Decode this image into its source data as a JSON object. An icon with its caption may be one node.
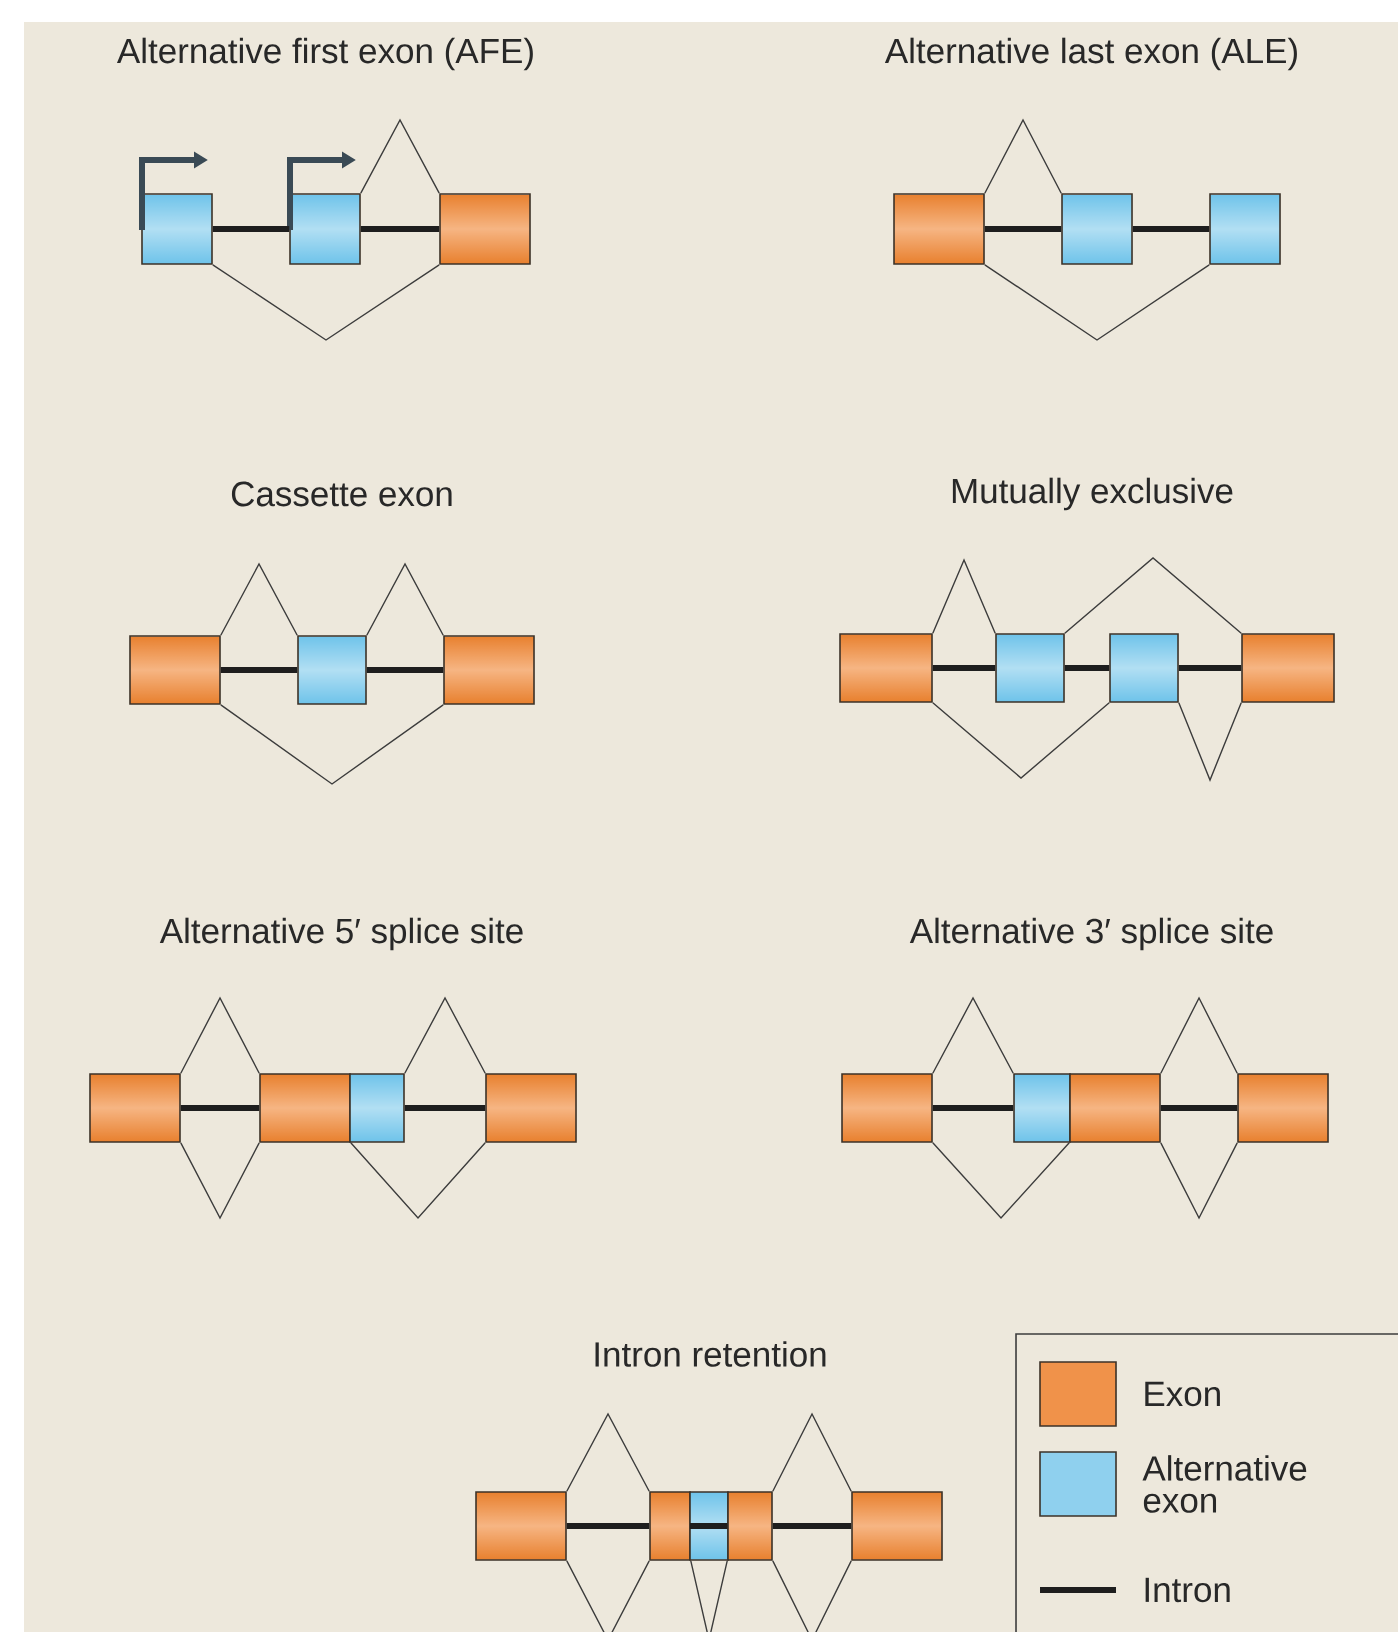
{
  "diagram": {
    "nodes": [
      {
        "text": [],
        "shape": "box"
      },
      {
        "text": [],
        "shape": "box"
      },
      {
        "text": [],
        "shape": "box"
      },
      {
        "text": [],
        "shape": "box"
      },
      {
        "text": [],
        "shape": "box"
      },
      {
        "text": [],
        "shape": "box"
      },
      {
        "text": [],
        "shape": "box"
      },
      {
        "text": [],
        "shape": "box"
      },
      {
        "text": [],
        "shape": "box"
      },
      {
        "text": [],
        "shape": "box"
      },
      {
        "text": [],
        "shape": "box"
      },
      {
        "text": [],
        "shape": "box"
      },
      {
        "text": [],
        "shape": "box"
      },
      {
        "text": [],
        "shape": "box"
      },
      {
        "text": [],
        "shape": "box"
      },
      {
        "text": [],
        "shape": "box"
      },
      {
        "text": [],
        "shape": "box"
      },
      {
        "text": [],
        "shape": "box"
      },
      {
        "text": [],
        "shape": "box"
      },
      {
        "text": [],
        "shape": "box"
      },
      {
        "text": [],
        "shape": "box"
      },
      {
        "text": [],
        "shape": "box"
      },
      {
        "text": [],
        "shape": "box"
      },
      {
        "text": [],
        "shape": "box"
      },
      {
        "text": [],
        "shape": "box"
      },
      {
        "text": [],
        "shape": "box"
      }
    ],
    "edges": [
      {
        "from": 0,
        "to": 1,
        "arrow": "none",
        "style": "thick"
      },
      {
        "from": 1,
        "to": 2,
        "arrow": "none",
        "style": "thick"
      },
      {
        "from": 1,
        "to": 2,
        "arrow": "none"
      },
      {
        "from": 0,
        "to": 2,
        "arrow": "none"
      },
      {
        "from": 3,
        "to": 4,
        "arrow": "none",
        "style": "thick"
      },
      {
        "from": 4,
        "to": 5,
        "arrow": "none",
        "style": "thick"
      },
      {
        "from": 3,
        "to": 4,
        "arrow": "none"
      },
      {
        "from": 3,
        "to": 5,
        "arrow": "none"
      },
      {
        "from": 6,
        "to": 7,
        "arrow": "none",
        "style": "thick"
      },
      {
        "from": 7,
        "to": 8,
        "arrow": "none",
        "style": "thick"
      },
      {
        "from": 6,
        "to": 7,
        "arrow": "none"
      },
      {
        "from": 7,
        "to": 8,
        "arrow": "none"
      },
      {
        "from": 6,
        "to": 8,
        "arrow": "none"
      },
      {
        "from": 9,
        "to": 10,
        "arrow": "none",
        "style": "thick"
      },
      {
        "from": 10,
        "to": 11,
        "arrow": "none",
        "style": "thick"
      },
      {
        "from": 11,
        "to": 12,
        "arrow": "none",
        "style": "thick"
      },
      {
        "from": 9,
        "to": 10,
        "arrow": "none"
      },
      {
        "from": 10,
        "to": 12,
        "arrow": "none"
      },
      {
        "from": 9,
        "to": 11,
        "arrow": "none"
      },
      {
        "from": 11,
        "to": 12,
        "arrow": "none"
      },
      {
        "from": 13,
        "to": 14,
        "arrow": "none",
        "style": "thick"
      },
      {
        "from": 15,
        "to": 16,
        "arrow": "none",
        "style": "thick"
      },
      {
        "from": 13,
        "to": 14,
        "arrow": "none"
      },
      {
        "from": 15,
        "to": 16,
        "arrow": "none"
      },
      {
        "from": 13,
        "to": 14,
        "arrow": "none"
      },
      {
        "from": 14,
        "to": 16,
        "arrow": "none"
      },
      {
        "from": 17,
        "to": 18,
        "arrow": "none",
        "style": "thick"
      },
      {
        "from": 19,
        "to": 20,
        "arrow": "none",
        "style": "thick"
      },
      {
        "from": 17,
        "to": 18,
        "arrow": "none"
      },
      {
        "from": 19,
        "to": 20,
        "arrow": "none"
      },
      {
        "from": 17,
        "to": 19,
        "arrow": "none"
      },
      {
        "from": 19,
        "to": 20,
        "arrow": "none"
      },
      {
        "from": 21,
        "to": 22,
        "arrow": "none",
        "style": "thick"
      },
      {
        "from": 24,
        "to": 25,
        "arrow": "none",
        "style": "thick"
      },
      {
        "from": 21,
        "to": 22,
        "arrow": "none"
      },
      {
        "from": 24,
        "to": 25,
        "arrow": "none"
      },
      {
        "from": 21,
        "to": 22,
        "arrow": "none"
      },
      {
        "from": 22,
        "to": 24,
        "arrow": "none"
      },
      {
        "from": 24,
        "to": 25,
        "arrow": "none"
      }
    ],
    "labels": [
      "Alternative first exon (AFE)",
      "Alternative last exon (ALE)",
      "Cassette exon",
      "Mutually exclusive",
      "Alternative 5′ splice site",
      "Alternative 3′ splice site",
      "Intron retention"
    ],
    "legend": [
      {
        "text": "Exon",
        "color": "#f0924a"
      },
      {
        "text": "Alternative exon",
        "color": "#8fd0ee"
      },
      {
        "text": "Intron"
      }
    ]
  }
}
